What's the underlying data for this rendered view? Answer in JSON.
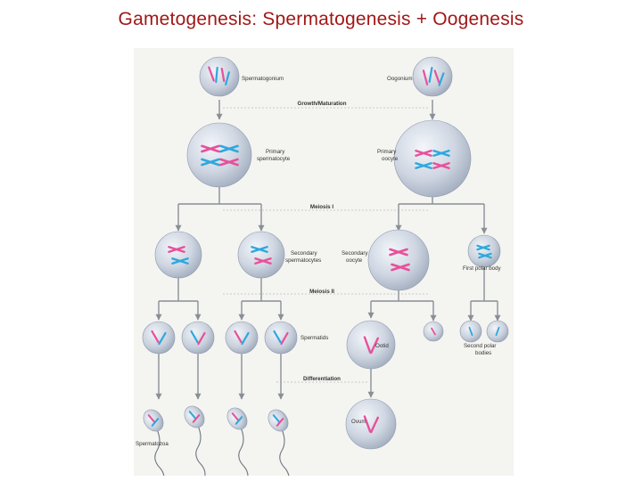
{
  "slide": {
    "title": "Gametogenesis: Spermatogenesis + Oogenesis"
  },
  "colors": {
    "title": "#a01818",
    "pink": "#e8509a",
    "blue": "#2ea8de",
    "cell": "#cfd6e2",
    "line": "#8a8f96",
    "background": "#f4f4f1"
  },
  "figure": {
    "cells": {
      "spermatogonium": "Spermatogonium",
      "oogonium": "Oogonium",
      "primary_spermatocyte": "Primary\nspermatocyte",
      "primary_oocyte": "Primary\noocyte",
      "secondary_spermatocytes": "Secondary\nspermatocytes",
      "secondary_oocyte": "Secondary\noocyte",
      "first_polar_body": "First polar body",
      "spermatids": "Spermatids",
      "ootid": "Ootid",
      "second_polar_bodies": "Second polar\nbodies",
      "ovum": "Ovum",
      "spermatozoa": "Spermatozoa"
    },
    "stages": {
      "growth": "Growth/Maturation",
      "meiosis1": "Meiosis I",
      "meiosis2": "Meiosis II",
      "differentiation": "Differentiation"
    }
  }
}
